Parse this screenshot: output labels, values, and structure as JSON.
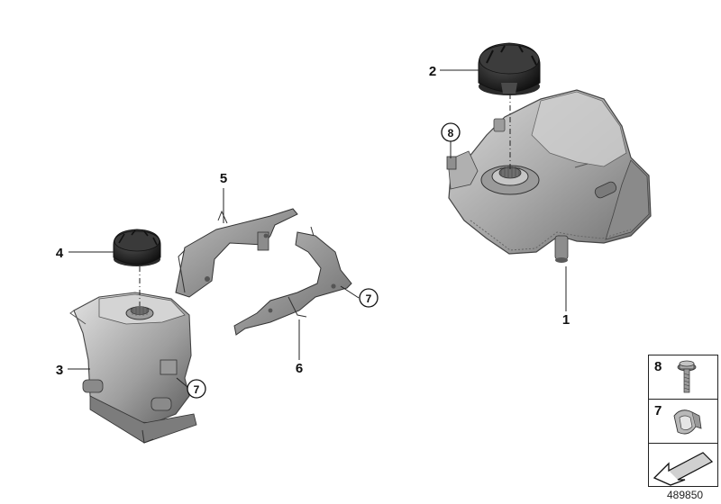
{
  "callouts": {
    "c1": "1",
    "c2": "2",
    "c3": "3",
    "c4": "4",
    "c5": "5",
    "c6": "6",
    "c7a": "7",
    "c7b": "7",
    "c8": "8"
  },
  "legend": {
    "row1_label": "8",
    "row2_label": "7"
  },
  "reference_number": "489850",
  "icons": {
    "bolt": "bolt-icon",
    "clip": "clip-icon",
    "arrow": "arrow-icon"
  }
}
